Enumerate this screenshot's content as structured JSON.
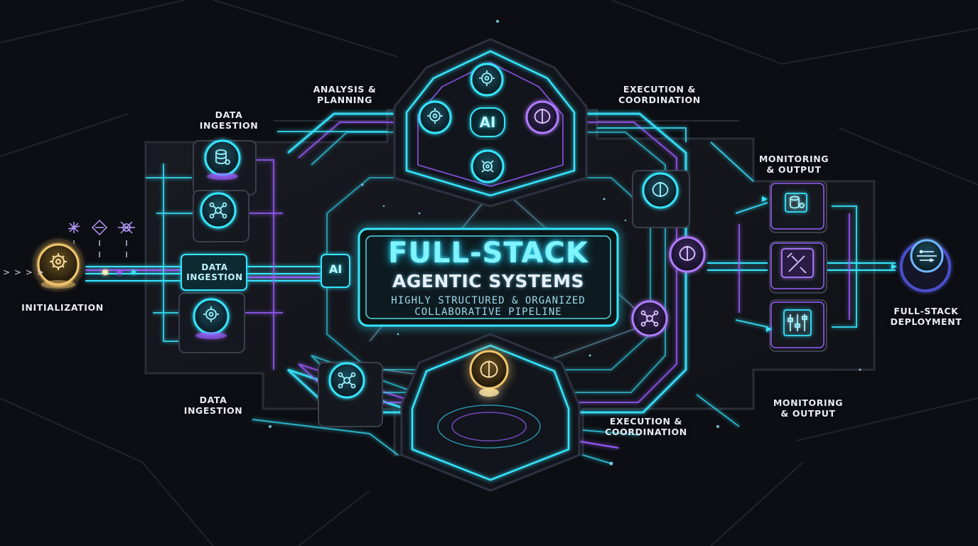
{
  "title": {
    "line1": "FULL-STACK",
    "line2": "AGENTIC SYSTEMS",
    "line3": "HIGHLY STRUCTURED & ORGANIZED",
    "line4": "COLLABORATIVE PIPELINE"
  },
  "labels": {
    "data_ingestion_top": [
      "DATA",
      "INGESTION"
    ],
    "analysis_planning": [
      "ANALYSIS &",
      "PLANNING"
    ],
    "execution_coordination_top": [
      "EXECUTION &",
      "COORDINATION"
    ],
    "monitoring_output_top": [
      "MONITORING",
      "& OUTPUT"
    ],
    "initialization": "INITIALIZATION",
    "data_ingestion_box": [
      "DATA",
      "INGESTION"
    ],
    "full_stack_deployment": [
      "FULL-STACK",
      "DEPLOYMENT"
    ],
    "data_ingestion_bottom": [
      "DATA",
      "INGESTION"
    ],
    "execution_coordination_bottom": [
      "EXECUTION &",
      "COORDINATION"
    ],
    "monitoring_output_bottom": [
      "MONITORING",
      "& OUTPUT"
    ]
  },
  "ai_chips": {
    "top": "AI",
    "center": "AI"
  },
  "entry_arrows": "> > > >",
  "icons": {
    "initialization": "gear-icon",
    "left_small": [
      "dragonfly-icon",
      "drone-icon",
      "spider-gear-icon"
    ],
    "left_column": [
      "database-icon",
      "network-icon",
      "gear-icon"
    ],
    "top_hex": [
      "gear-icon",
      "gear-icon",
      "brain-icon",
      "network-icon"
    ],
    "right_column": [
      "brain-icon",
      "brain-icon",
      "network-icon"
    ],
    "bottom": [
      "network-icon",
      "brain-icon"
    ],
    "output_column": [
      "database-icon",
      "tools-icon",
      "sliders-icon"
    ],
    "deployment": "server-icon"
  },
  "colors": {
    "background": "#0d0e13",
    "cyan": "#35e6ff",
    "violet": "#9b5cff",
    "gold": "#f2c66d"
  }
}
